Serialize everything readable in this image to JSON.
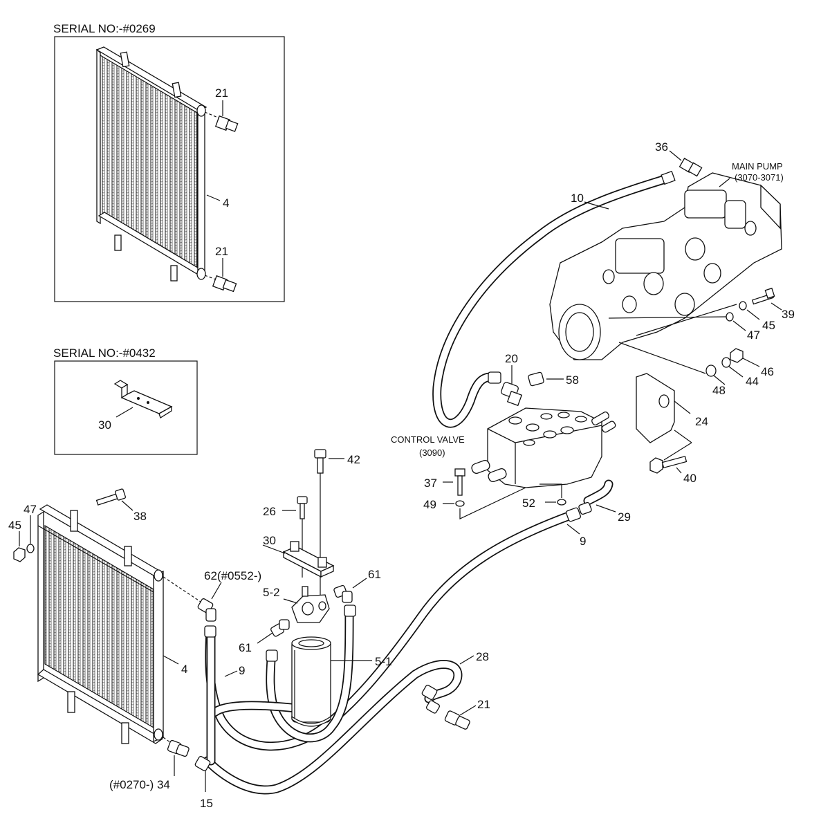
{
  "inset_top": {
    "title": "SERIAL NO:-#0269",
    "labels": [
      "21",
      "4",
      "21"
    ]
  },
  "inset_mid": {
    "title": "SERIAL NO:-#0432",
    "labels": [
      "30"
    ]
  },
  "assemblies": {
    "main_pump": {
      "name": "MAIN PUMP",
      "ref": "(3070-3071)"
    },
    "control_valve": {
      "name": "CONTROL VALVE",
      "ref": "(3090)"
    }
  },
  "callouts": {
    "c36": "36",
    "c10": "10",
    "c39": "39",
    "c45r": "45",
    "c47r": "47",
    "c46": "46",
    "c44": "44",
    "c48": "48",
    "c20": "20",
    "c58": "58",
    "c24": "24",
    "c40": "40",
    "c37": "37",
    "c49": "49",
    "c52": "52",
    "c29": "29",
    "c9r": "9",
    "c42": "42",
    "c26": "26",
    "c30": "30",
    "c61r": "61",
    "c62": "62(#0552-)",
    "c52b": "5-2",
    "c61l": "61",
    "c51": "5-1",
    "c28": "28",
    "c21": "21",
    "c47l": "47",
    "c45l": "45",
    "c38": "38",
    "c4": "4",
    "c9l": "9",
    "c34": "(#0270-) 34",
    "c15": "15"
  }
}
